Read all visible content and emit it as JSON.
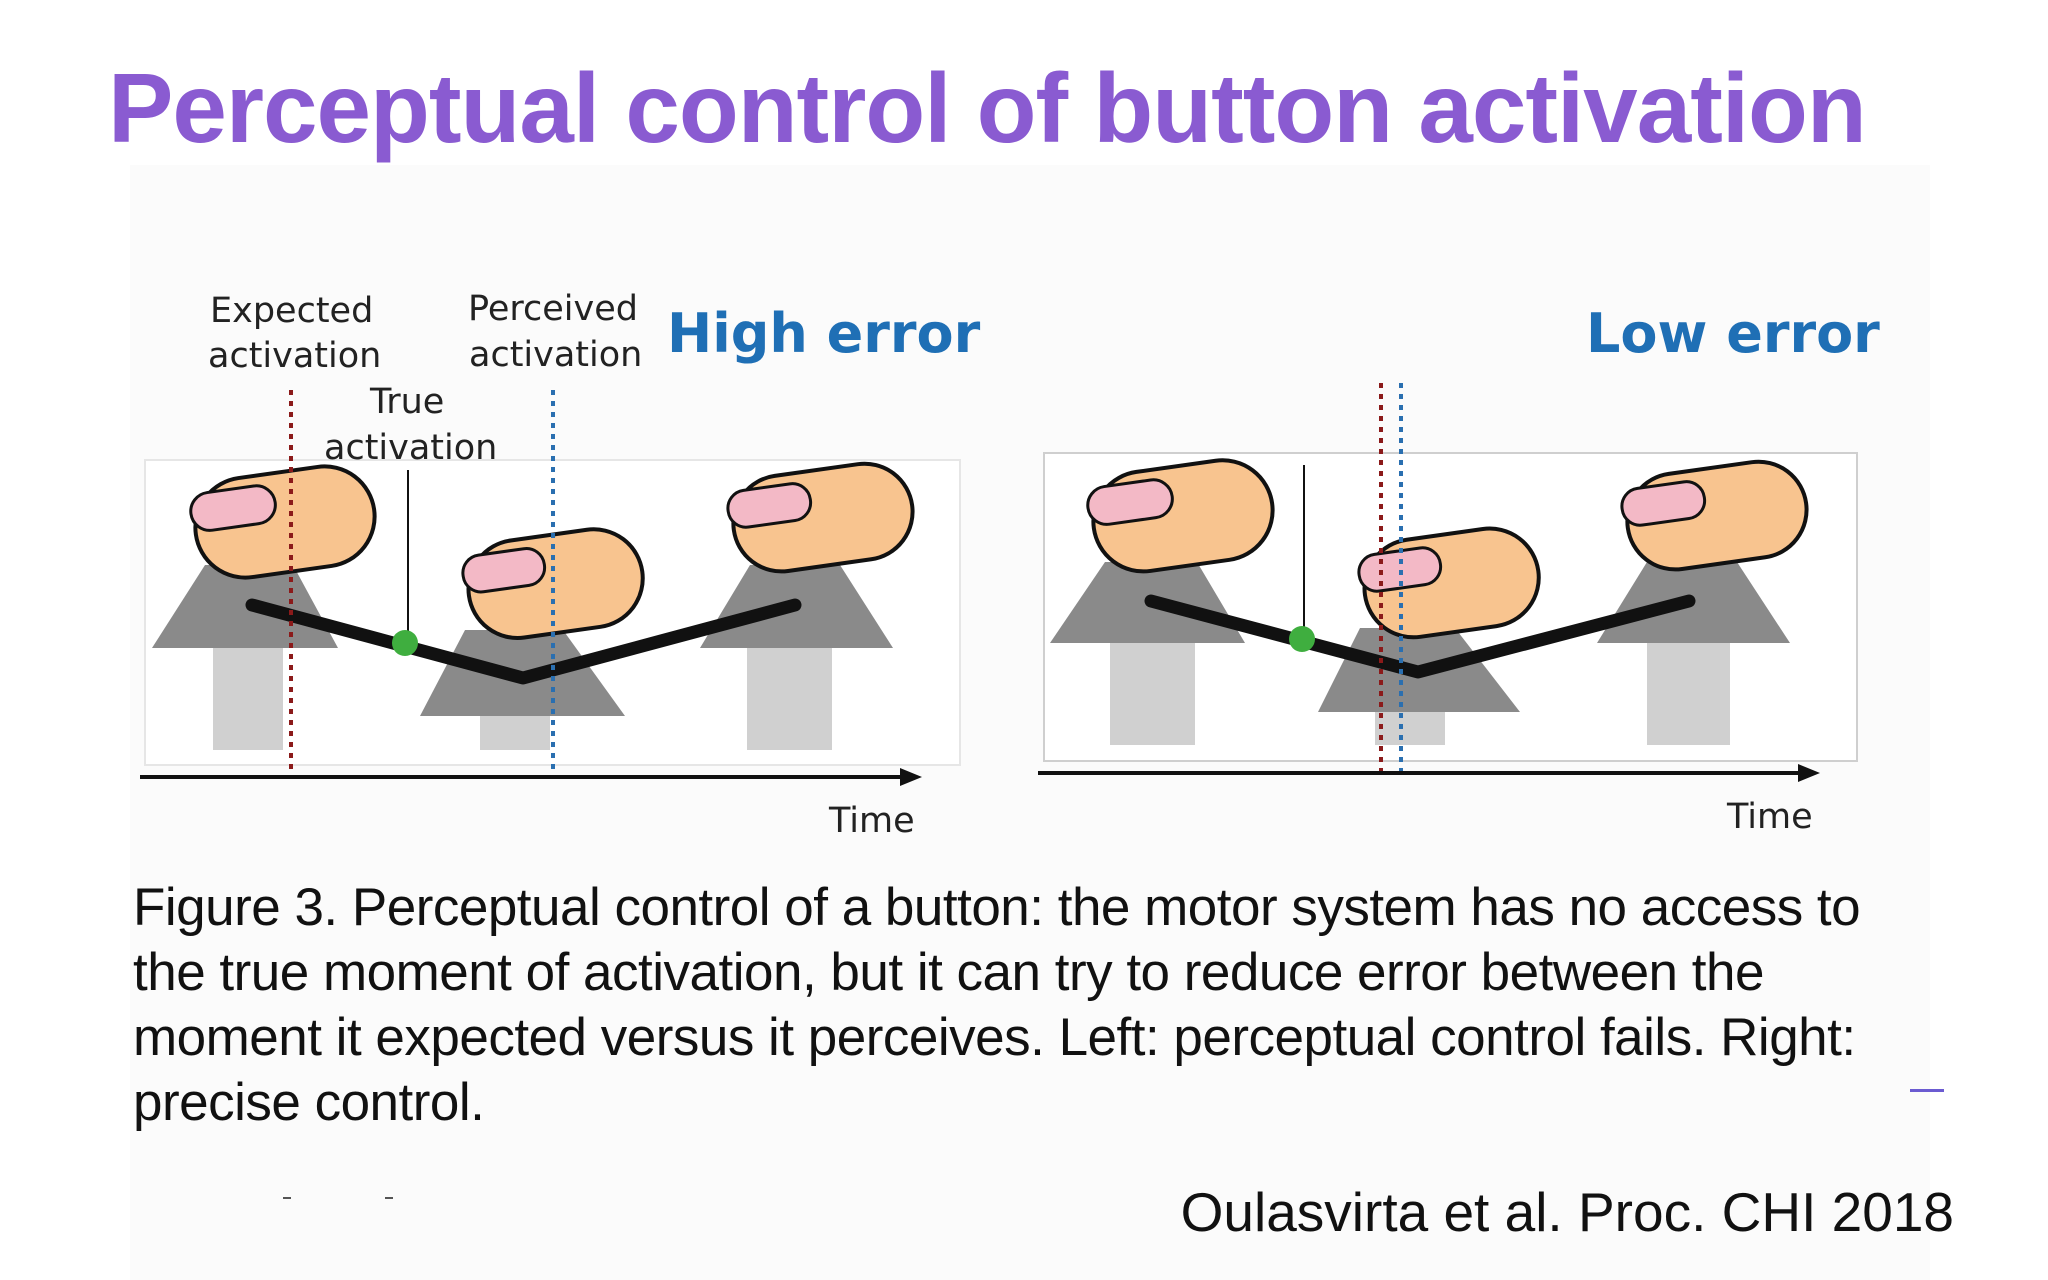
{
  "slide": {
    "title": "Perceptual control of button activation"
  },
  "figure": {
    "left_panel": {
      "heading": "High error",
      "expected_label_line1": "Expected",
      "expected_label_line2": "activation",
      "perceived_label_line1": "Perceived",
      "perceived_label_line2": "activation",
      "true_label_line1": "True",
      "true_label_line2": "activation",
      "axis_label": "Time"
    },
    "right_panel": {
      "heading": "Low error",
      "axis_label": "Time"
    },
    "colors": {
      "expected_line": "#8b1a1a",
      "perceived_line": "#2a6fb0",
      "true_point": "#3fae3f",
      "button": "#8a8a8a",
      "button_stem": "#d0d0d0",
      "finger": "#f8c48f",
      "nail": "#f3b9c6",
      "heading": "#1f6fb5"
    }
  },
  "caption": "Figure 3. Perceptual control of a button: the motor system has no access to the true moment of activation, but it can try to reduce error between the moment it expected versus it perceives. Left: perceptual control fails. Right: precise control.",
  "citation": "Oulasvirta et al. Proc. CHI 2018"
}
